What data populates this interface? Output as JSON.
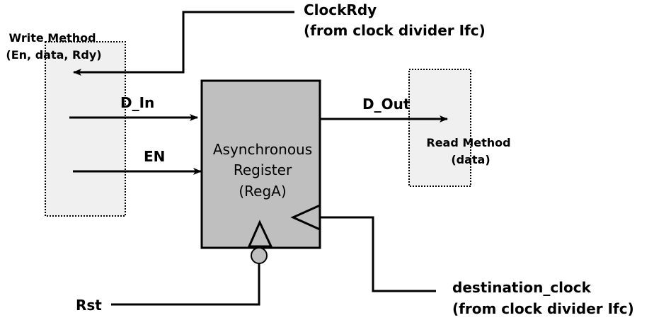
{
  "diagram": {
    "write_method": {
      "line1": "Write Method",
      "line2": "(En, data, Rdy)"
    },
    "read_method": {
      "line1": "Read Method",
      "line2": "(data)"
    },
    "register": {
      "line1": "Asynchronous",
      "line2": "Register",
      "line3": "(RegA)"
    },
    "signals": {
      "clock_rdy": "ClockRdy",
      "clock_rdy_source": "(from clock divider Ifc)",
      "d_in": "D_In",
      "en": "EN",
      "d_out": "D_Out",
      "rst": "Rst",
      "destination_clock": "destination_clock",
      "destination_clock_source": "(from clock divider Ifc)"
    },
    "colors": {
      "method_box_fill": "#f0f0f0",
      "register_fill": "#bfbfbf",
      "line": "#000000"
    }
  }
}
